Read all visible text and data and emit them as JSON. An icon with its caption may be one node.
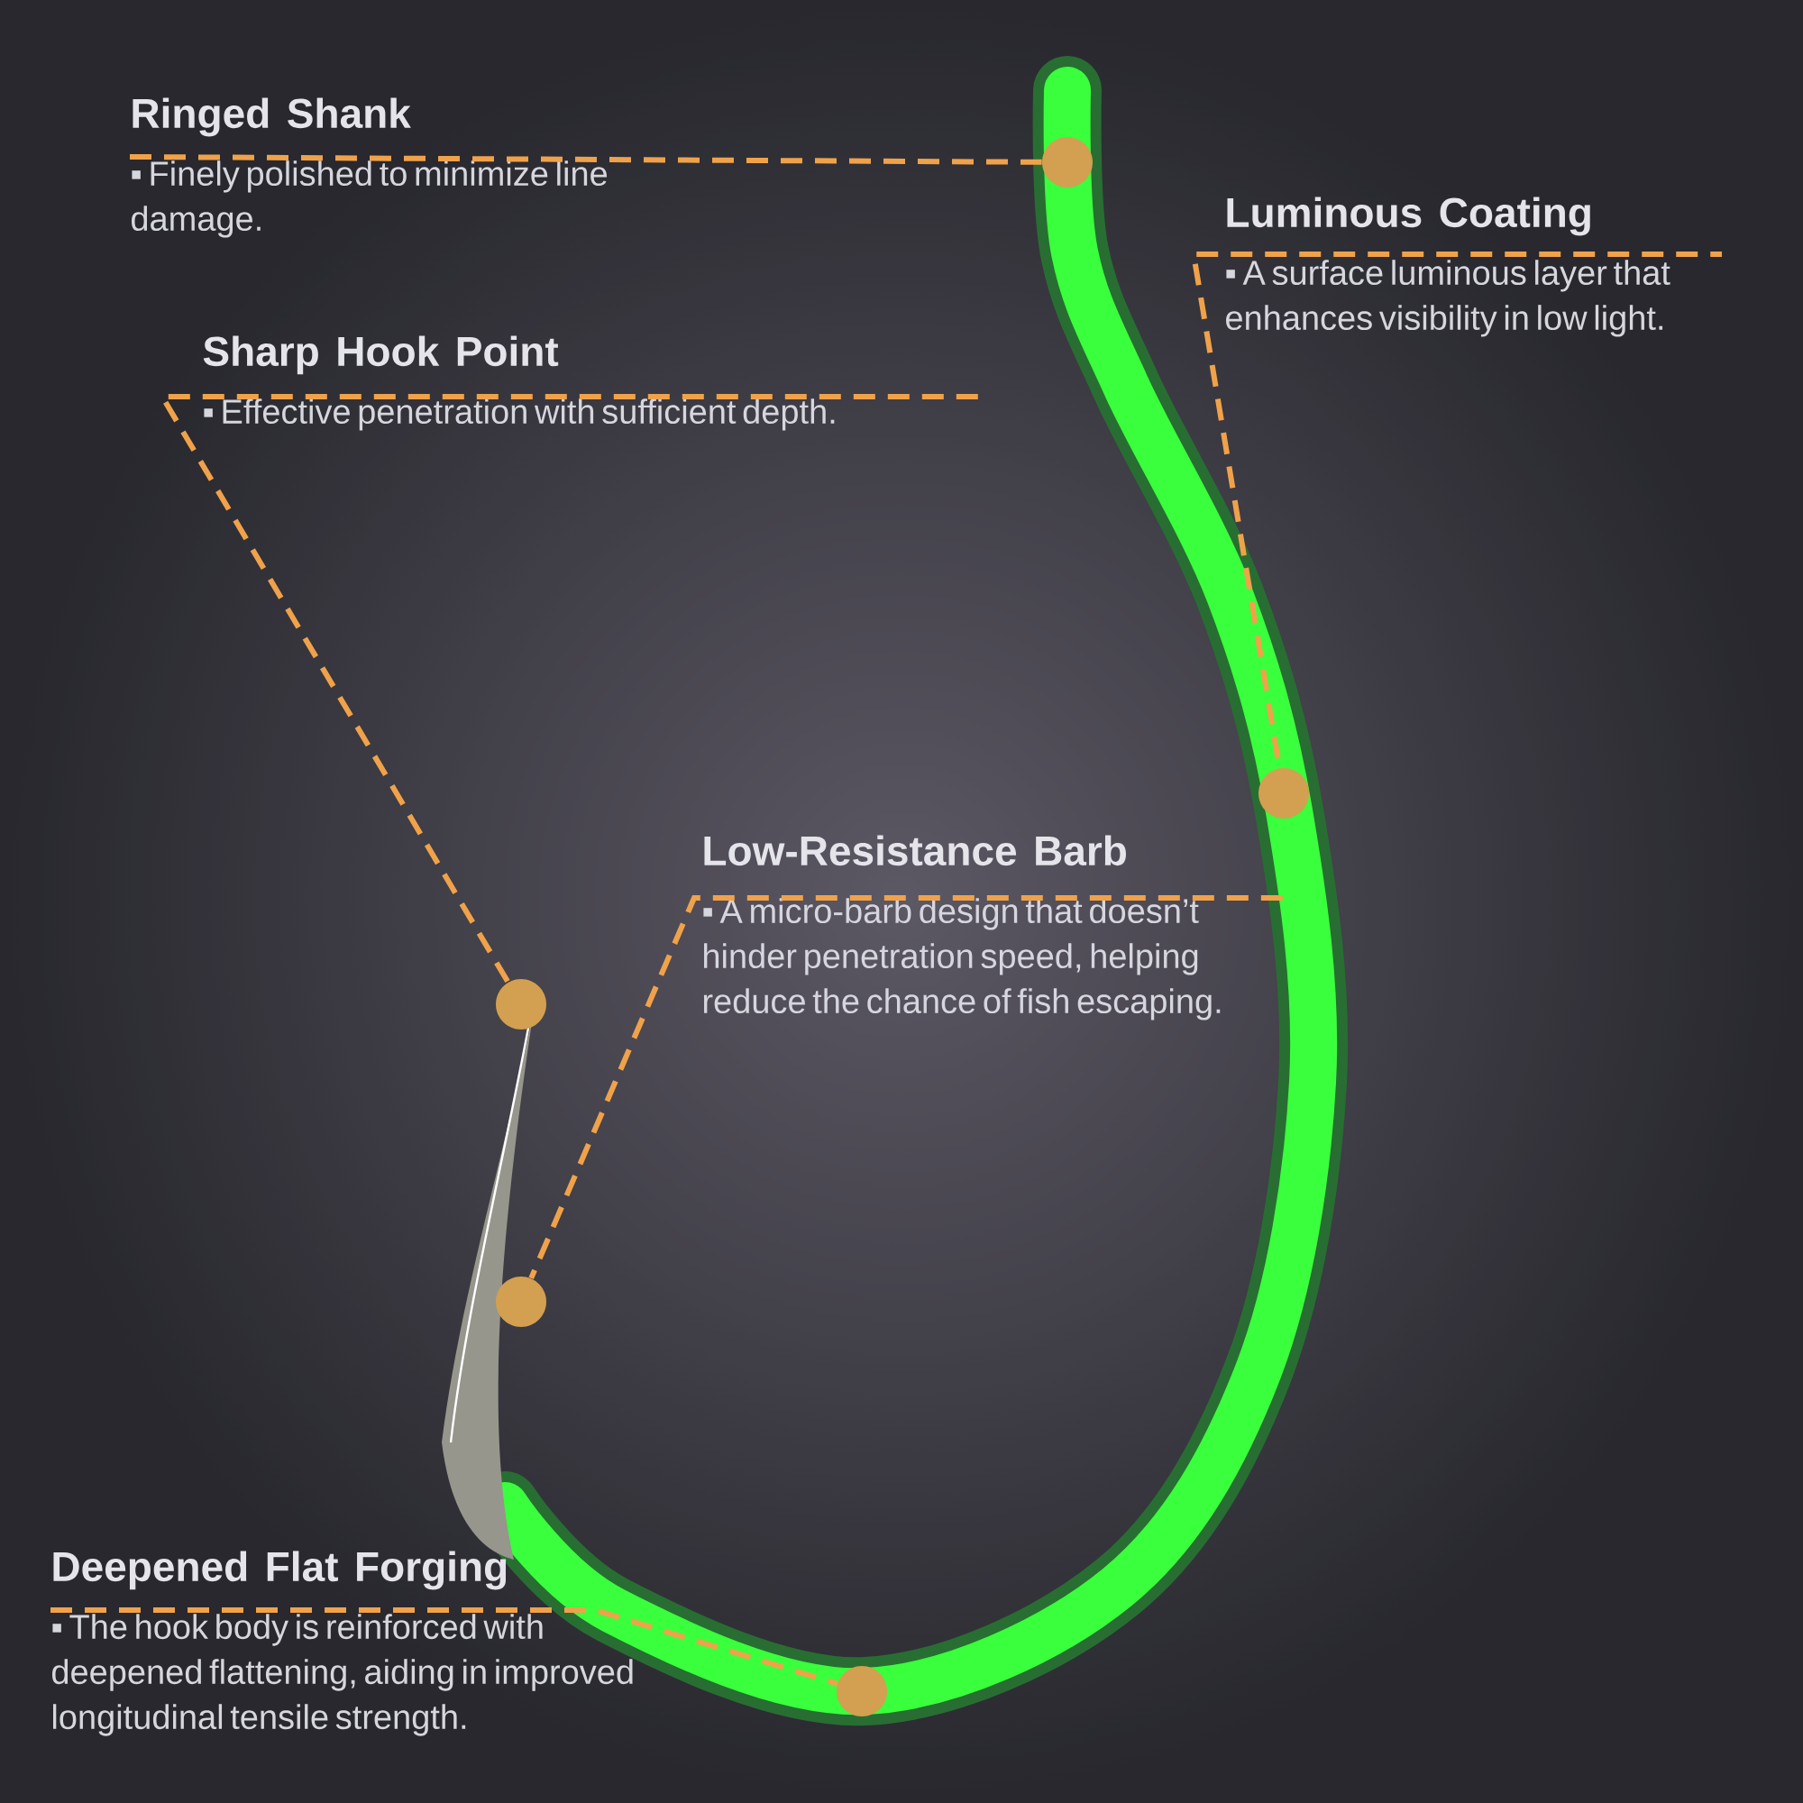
{
  "diagram": {
    "nodes": [
      {
        "text": [
          "Ringed Shank",
          "▪ Finely polished to minimize line damage."
        ]
      },
      {
        "text": [
          "Luminous Coating",
          "▪ A surface luminous layer that enhances visibility in low light."
        ]
      },
      {
        "text": [
          "Sharp Hook Point",
          "▪ Effective penetration with sufficient depth."
        ]
      },
      {
        "text": [
          "Low-Resistance Barb",
          "▪ A micro-barb design that doesn’t hinder penetration speed, helping reduce the chance of fish escaping."
        ]
      },
      {
        "text": [
          "Deepened Flat Forging",
          "▪ The hook body is reinforced with deepened flattening, aiding in improved longitudinal tensile strength."
        ]
      },
      {
        "text": [],
        "shape": "circle"
      },
      {
        "text": [],
        "shape": "circle"
      },
      {
        "text": [],
        "shape": "circle"
      },
      {
        "text": [],
        "shape": "circle"
      },
      {
        "text": [],
        "shape": "circle"
      }
    ],
    "edges": [
      {
        "from": 0,
        "to": 5,
        "arrow": "none",
        "style": "dashed"
      },
      {
        "from": 1,
        "to": 6,
        "arrow": "none",
        "style": "dashed"
      },
      {
        "from": 2,
        "to": 7,
        "arrow": "none",
        "style": "dashed"
      },
      {
        "from": 3,
        "to": 8,
        "arrow": "none",
        "style": "dashed"
      },
      {
        "from": 4,
        "to": 9,
        "arrow": "none",
        "style": "dashed"
      }
    ]
  }
}
